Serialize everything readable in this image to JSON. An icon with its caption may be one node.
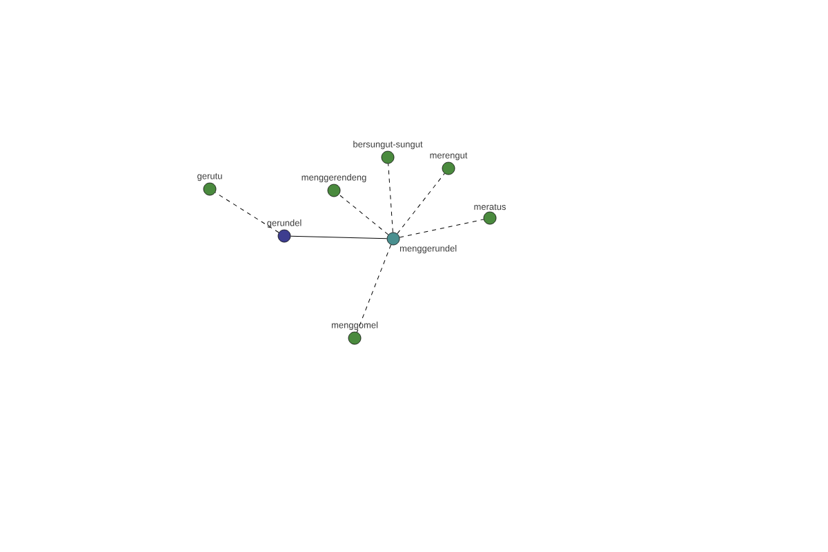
{
  "diagram": {
    "nodes": [
      {
        "text": [
          "gerundel"
        ]
      },
      {
        "text": [
          "menggerundel"
        ]
      },
      {
        "text": [
          "gerutu"
        ]
      },
      {
        "text": [
          "menggerendeng"
        ]
      },
      {
        "text": [
          "bersungut-sungut"
        ]
      },
      {
        "text": [
          "merengut"
        ]
      },
      {
        "text": [
          "meratus"
        ]
      },
      {
        "text": [
          "menggomel"
        ]
      }
    ],
    "edges": [
      {
        "from": 0,
        "to": 1,
        "arrow": "none"
      },
      {
        "from": 0,
        "to": 2,
        "arrow": "none",
        "style": "dashed"
      },
      {
        "from": 1,
        "to": 3,
        "arrow": "none",
        "style": "dashed"
      },
      {
        "from": 1,
        "to": 4,
        "arrow": "none",
        "style": "dashed"
      },
      {
        "from": 1,
        "to": 5,
        "arrow": "none",
        "style": "dashed"
      },
      {
        "from": 1,
        "to": 6,
        "arrow": "none",
        "style": "dashed"
      },
      {
        "from": 1,
        "to": 7,
        "arrow": "none",
        "style": "dashed"
      }
    ]
  }
}
